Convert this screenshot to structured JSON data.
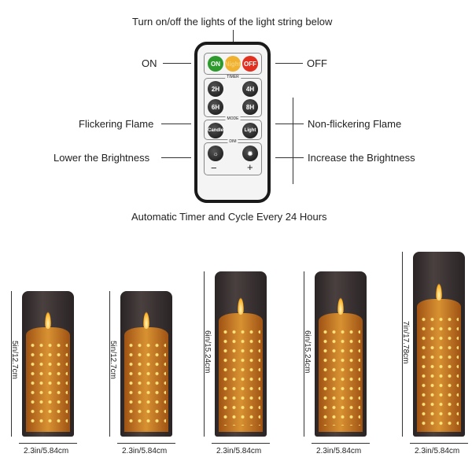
{
  "remote": {
    "title": "Turn on/off the lights of the light string below",
    "left_labels": [
      "ON",
      "Flickering Flame",
      "Lower the Brightness"
    ],
    "right_labels": [
      "OFF",
      "Non-flickering Flame",
      "Increase the Brightness"
    ],
    "bottom": "Automatic Timer and Cycle Every 24 Hours",
    "buttons": {
      "on": "ON",
      "night": "Night",
      "off": "OFF",
      "timer": "TIMER",
      "t2": "2H",
      "t4": "4H",
      "t6": "6H",
      "t8": "8H",
      "mode": "MODE",
      "candle": "Candle",
      "light": "Light",
      "dim": "DIM",
      "minus": "−",
      "plus": "+"
    },
    "colors": {
      "on": "#2e9a2e",
      "night": "#f0b030",
      "off": "#e03020"
    }
  },
  "candles": [
    {
      "height": "5in/12.7cm",
      "width": "2.3in/5.84cm"
    },
    {
      "height": "5in/12.7cm",
      "width": "2.3in/5.84cm"
    },
    {
      "height": "6in/15.24cm",
      "width": "2.3in/5.84cm"
    },
    {
      "height": "6in/15.24cm",
      "width": "2.3in/5.84cm"
    },
    {
      "height": "7in/17.78cm",
      "width": "2.3in/5.84cm"
    }
  ]
}
